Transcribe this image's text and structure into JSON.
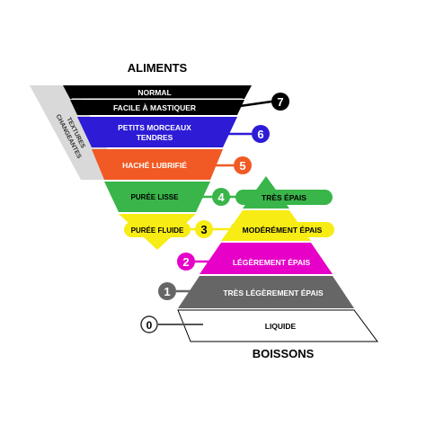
{
  "titles": {
    "top": "ALIMENTS",
    "bottom": "BOISSONS"
  },
  "side_label": {
    "line1": "TEXTURES",
    "line2": "CHANGEANTES"
  },
  "aliments": [
    {
      "level": "7",
      "label": "NORMAL",
      "color": "#000000"
    },
    {
      "level": "7",
      "label": "FACILE À MASTIQUER",
      "color": "#000000"
    },
    {
      "level": "6",
      "label_line1": "PETITS MORCEAUX",
      "label_line2": "TENDRES",
      "color": "#2d1bd6"
    },
    {
      "level": "5",
      "label": "HACHÉ LUBRIFIÉ",
      "color": "#f15a24"
    },
    {
      "level": "4",
      "label": "PURÉE LISSE",
      "color": "#39b54a"
    },
    {
      "level": "3",
      "label": "PURÉE FLUIDE",
      "color": "#f7ec13"
    }
  ],
  "boissons": [
    {
      "level": "4",
      "label": "TRÈS ÉPAIS",
      "color": "#39b54a"
    },
    {
      "level": "3",
      "label": "MODÉRÉMENT ÉPAIS",
      "color": "#f7ec13"
    },
    {
      "level": "2",
      "label": "LÉGÈREMENT ÉPAIS",
      "color": "#e600c8"
    },
    {
      "level": "1",
      "label": "TRÈS LÉGÈREMENT ÉPAIS",
      "color": "#666666"
    },
    {
      "level": "0",
      "label": "LIQUIDE",
      "color": "#ffffff"
    }
  ],
  "markers": [
    "7",
    "6",
    "5",
    "4",
    "3",
    "2",
    "1",
    "0"
  ],
  "colors": {
    "black": "#000000",
    "blue": "#2d1bd6",
    "orange": "#f15a24",
    "green": "#39b54a",
    "yellow": "#f7ec13",
    "magenta": "#e600c8",
    "grey": "#666666",
    "white": "#ffffff",
    "side_band": "#d9d9d9"
  }
}
